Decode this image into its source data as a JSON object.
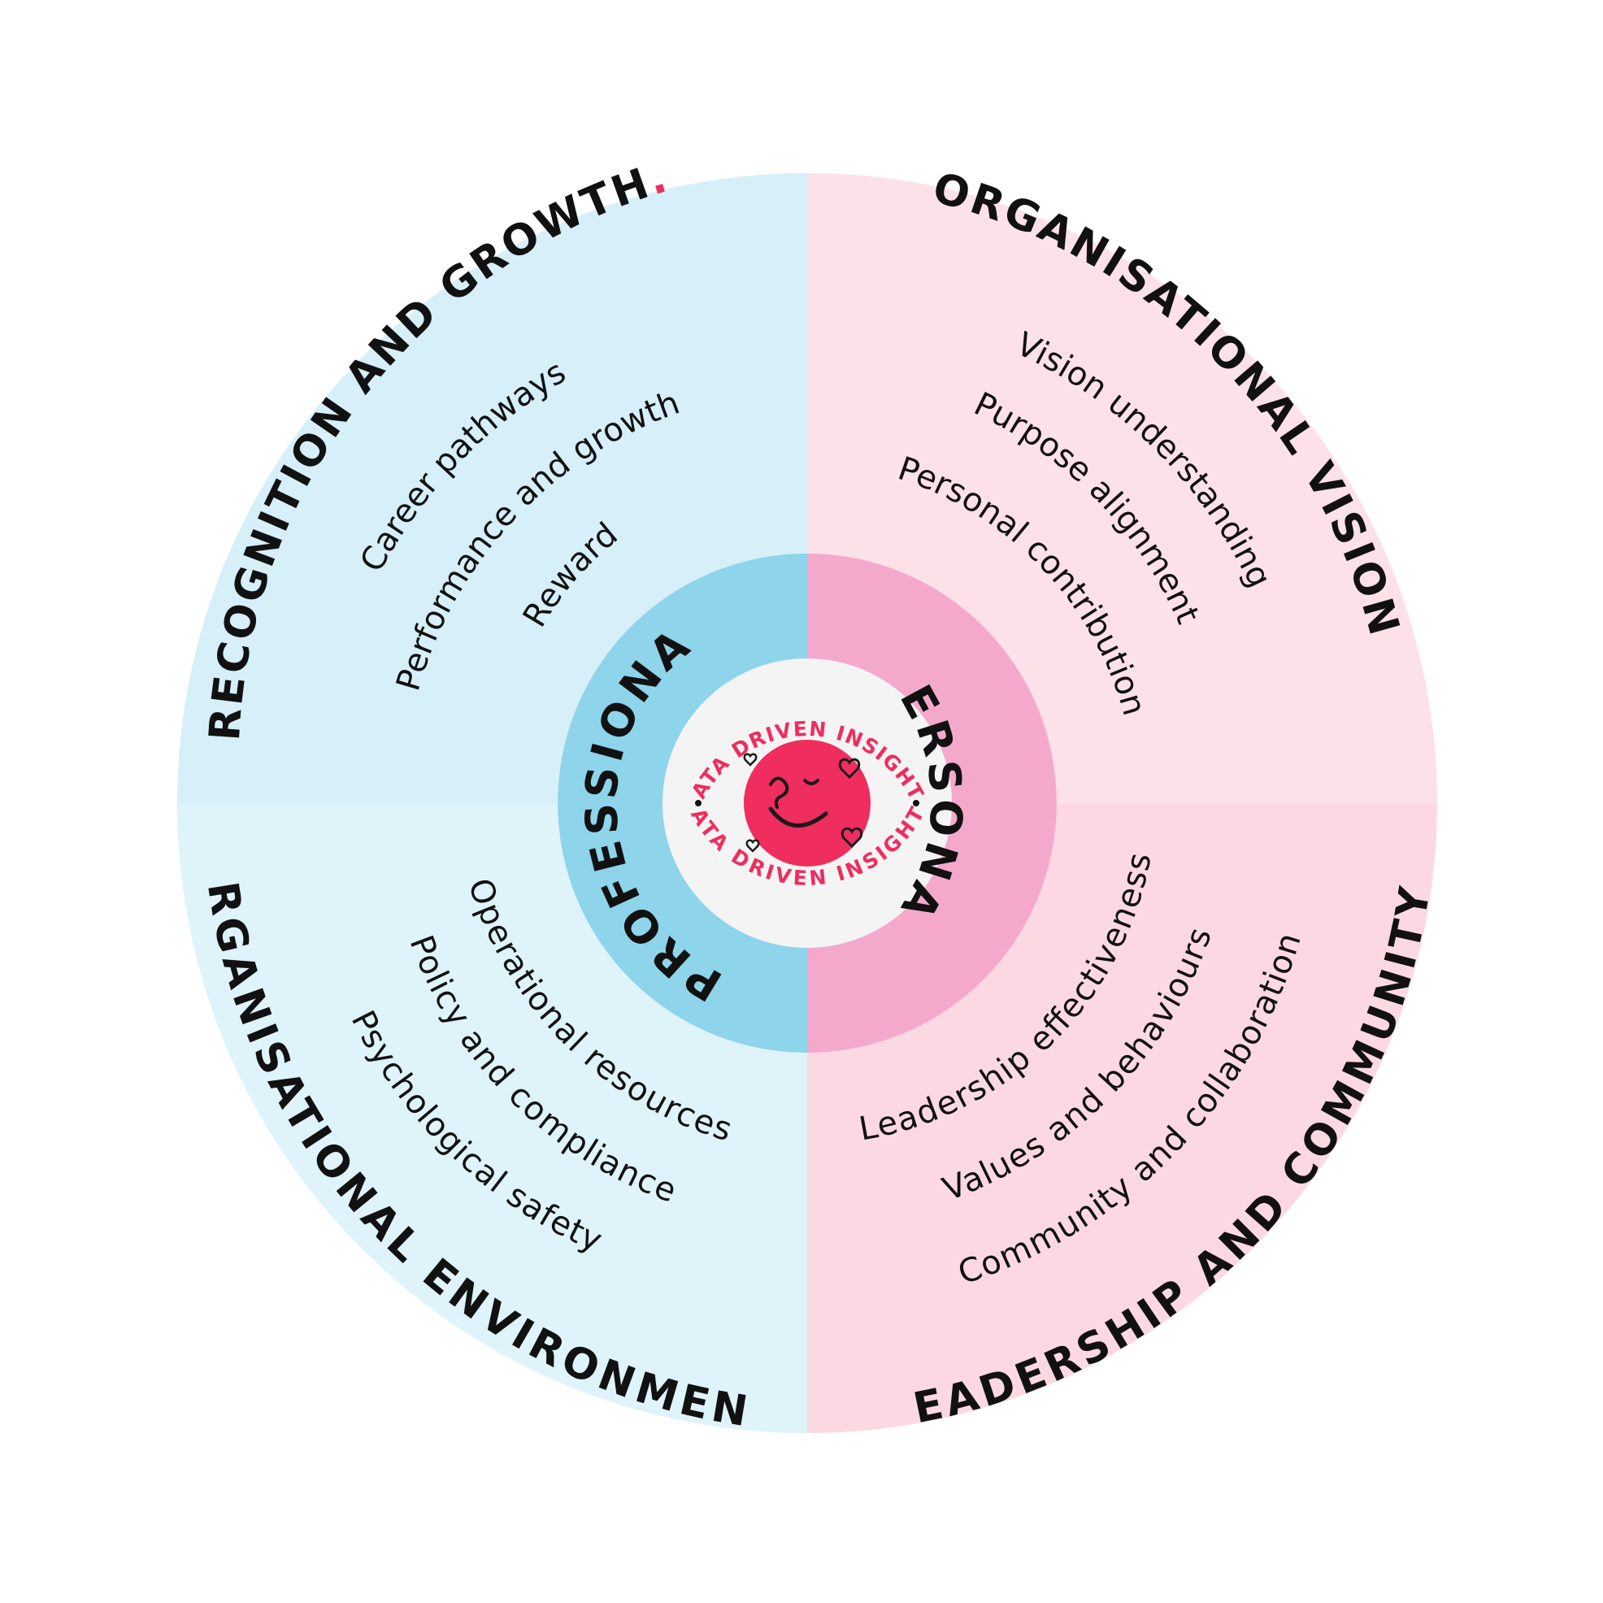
{
  "colors": {
    "outer_top_left": "#d6eff9",
    "outer_bottom_left": "#dff3fb",
    "outer_top_right": "#fde1e8",
    "outer_bottom_right": "#fcd9e2",
    "inner_left": "#8ed4ea",
    "inner_right": "#f4a9cc",
    "center_ring": "#f4f4f4",
    "accent": "#ef2d5e",
    "text": "#111111"
  },
  "quadrants": {
    "top_left": {
      "title": "RECOGNITION AND GROWTH",
      "items": [
        "Career pathways",
        "Performance and growth",
        "Reward"
      ]
    },
    "top_right": {
      "title": "ORGANISATIONAL VISION",
      "items": [
        "Vision understanding",
        "Purpose alignment",
        "Personal contribution"
      ]
    },
    "bottom_left": {
      "title": "ORGANISATIONAL ENVIRONMENT",
      "items": [
        "Operational resources",
        "Policy and compliance",
        "Psychological safety"
      ]
    },
    "bottom_right": {
      "title": "LEADERSHIP AND COMMUNITY",
      "items": [
        "Leadership effectiveness",
        "Values and behaviours",
        "Community and collaboration"
      ]
    }
  },
  "inner": {
    "left_label": "PROFESSIONAL",
    "right_label": "PERSONAL"
  },
  "badge": {
    "top_text": "DATA DRIVEN INSIGHTS",
    "bottom_text": "DATA DRIVEN INSIGHTS",
    "icon": "smiley-face-icon"
  }
}
